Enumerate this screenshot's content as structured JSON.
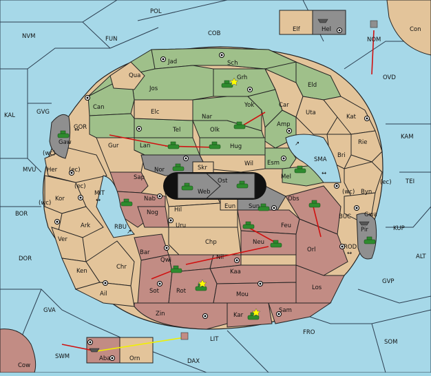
{
  "colors": {
    "sea": "#a6d8e8",
    "green": "#9fc08a",
    "tan": "#e3c49a",
    "rose": "#c28c84",
    "grey": "#8f8f8f",
    "order_arrow": "#d01010",
    "support_arrow": "#f0f000"
  },
  "icons": {
    "army": "tank-icon",
    "fleet": "ship-icon",
    "supply_center": "supply-center-icon",
    "dislodged": "star-burst-icon",
    "two_way": "double-arrow-icon"
  },
  "sea_labels": [
    "POL",
    "NVM",
    "FUN",
    "COB",
    "KAL",
    "GVG",
    "GOR",
    "MVU",
    "MIT",
    "BOR",
    "RBU",
    "DOR",
    "GVA",
    "SWM",
    "DAX",
    "LIT",
    "FRO",
    "SOM",
    "GVP",
    "ALT",
    "KUP",
    "BUC",
    "ROD",
    "TEI",
    "KAM",
    "SMA",
    "OVD",
    "NOM",
    "Con",
    "Cow"
  ],
  "land_labels": [
    "Elf",
    "Hel",
    "Jad",
    "Sch",
    "Qua",
    "Jos",
    "Grh",
    "Eld",
    "Can",
    "Elc",
    "Nar",
    "Yok",
    "Car",
    "Uta",
    "Kat",
    "Tel",
    "Olk",
    "Amp",
    "Gaw",
    "Gur",
    "Lan",
    "Hug",
    "Rie",
    "Bri",
    "Nor",
    "Wil",
    "Esm",
    "Her",
    "Sap",
    "Skr",
    "Ost",
    "Mel",
    "Web",
    "Byn",
    "Kor",
    "Nab",
    "Obs",
    "Gwa",
    "Eun",
    "Sun",
    "Hil",
    "Nog",
    "Pir",
    "Ark",
    "Uru",
    "Feu",
    "Ver",
    "Chp",
    "Neu",
    "Orl",
    "Bar",
    "Qwi",
    "Nil",
    "Ken",
    "Chr",
    "Kaa",
    "Sot",
    "Rot",
    "Los",
    "Ail",
    "Mou",
    "Zin",
    "Sam",
    "Kar",
    "Aba",
    "Orn"
  ],
  "coast_tags": [
    "(wc)",
    "(ec)",
    "(wc)",
    "(ec)",
    "(wc)",
    "(ec)"
  ]
}
